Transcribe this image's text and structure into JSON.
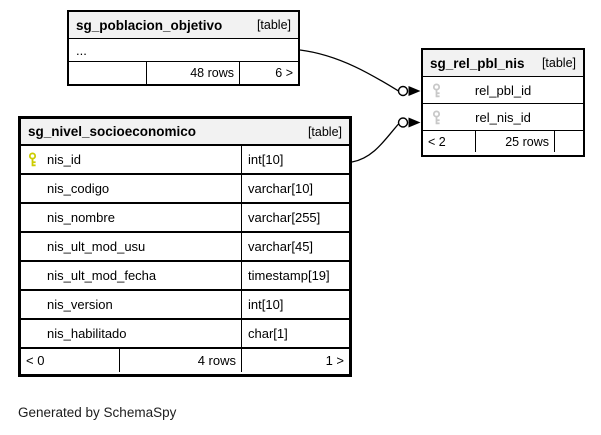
{
  "app": {
    "generated_note": "Generated by SchemaSpy"
  },
  "colors": {
    "border": "#000000",
    "header_bg": "#f2f2f2",
    "primary_key": "#cccc00",
    "foreign_key": "#c8c8c8"
  },
  "tables": {
    "poblacion": {
      "name": "sg_poblacion_objetivo",
      "type_label": "[table]",
      "collapsed_columns": "...",
      "footer": {
        "left": "",
        "rows": "48 rows",
        "right": "6 >"
      }
    },
    "rel": {
      "name": "sg_rel_pbl_nis",
      "type_label": "[table]",
      "columns": [
        {
          "name": "rel_pbl_id",
          "icon": "key-icon"
        },
        {
          "name": "rel_nis_id",
          "icon": "key-icon"
        }
      ],
      "footer": {
        "left": "< 2",
        "rows": "25 rows",
        "right": ""
      }
    },
    "nivel": {
      "name": "sg_nivel_socioeconomico",
      "type_label": "[table]",
      "columns": [
        {
          "name": "nis_id",
          "type": "int[10]",
          "primary_key": true
        },
        {
          "name": "nis_codigo",
          "type": "varchar[10]"
        },
        {
          "name": "nis_nombre",
          "type": "varchar[255]"
        },
        {
          "name": "nis_ult_mod_usu",
          "type": "varchar[45]"
        },
        {
          "name": "nis_ult_mod_fecha",
          "type": "timestamp[19]"
        },
        {
          "name": "nis_version",
          "type": "int[10]"
        },
        {
          "name": "nis_habilitado",
          "type": "char[1]"
        }
      ],
      "footer": {
        "left": "< 0",
        "rows": "4 rows",
        "right": "1 >"
      }
    }
  }
}
